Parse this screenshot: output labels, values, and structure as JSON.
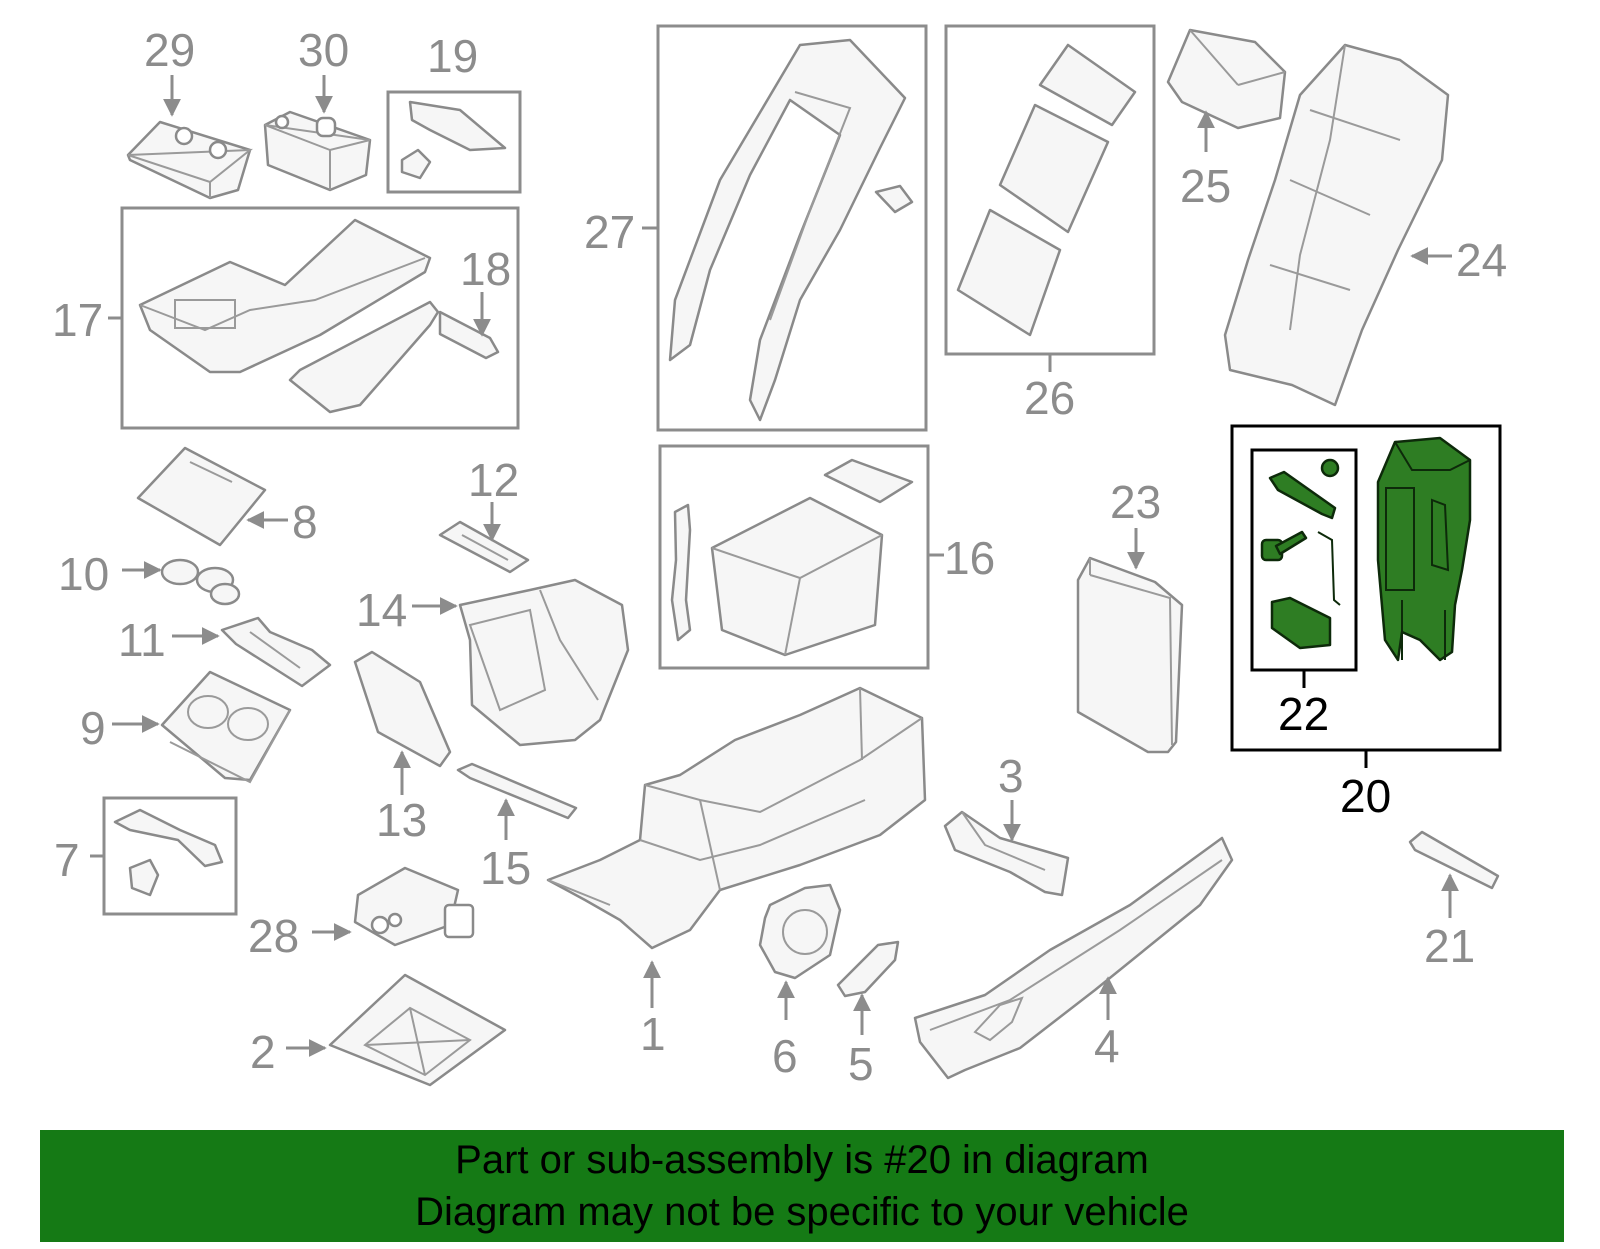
{
  "diagram": {
    "highlighted_part": "20",
    "highlight_color": "#2e7d23",
    "callouts": [
      {
        "id": "1",
        "label": "1"
      },
      {
        "id": "2",
        "label": "2"
      },
      {
        "id": "3",
        "label": "3"
      },
      {
        "id": "4",
        "label": "4"
      },
      {
        "id": "5",
        "label": "5"
      },
      {
        "id": "6",
        "label": "6"
      },
      {
        "id": "7",
        "label": "7"
      },
      {
        "id": "8",
        "label": "8"
      },
      {
        "id": "9",
        "label": "9"
      },
      {
        "id": "10",
        "label": "10"
      },
      {
        "id": "11",
        "label": "11"
      },
      {
        "id": "12",
        "label": "12"
      },
      {
        "id": "13",
        "label": "13"
      },
      {
        "id": "14",
        "label": "14"
      },
      {
        "id": "15",
        "label": "15"
      },
      {
        "id": "16",
        "label": "16"
      },
      {
        "id": "17",
        "label": "17"
      },
      {
        "id": "18",
        "label": "18"
      },
      {
        "id": "19",
        "label": "19"
      },
      {
        "id": "20",
        "label": "20"
      },
      {
        "id": "21",
        "label": "21"
      },
      {
        "id": "22",
        "label": "22"
      },
      {
        "id": "23",
        "label": "23"
      },
      {
        "id": "24",
        "label": "24"
      },
      {
        "id": "25",
        "label": "25"
      },
      {
        "id": "26",
        "label": "26"
      },
      {
        "id": "27",
        "label": "27"
      },
      {
        "id": "28",
        "label": "28"
      },
      {
        "id": "29",
        "label": "29"
      },
      {
        "id": "30",
        "label": "30"
      }
    ]
  },
  "banner": {
    "line1": "Part or sub-assembly is #20 in diagram",
    "line2": "Diagram may not be specific to your vehicle",
    "background": "#157a15"
  }
}
